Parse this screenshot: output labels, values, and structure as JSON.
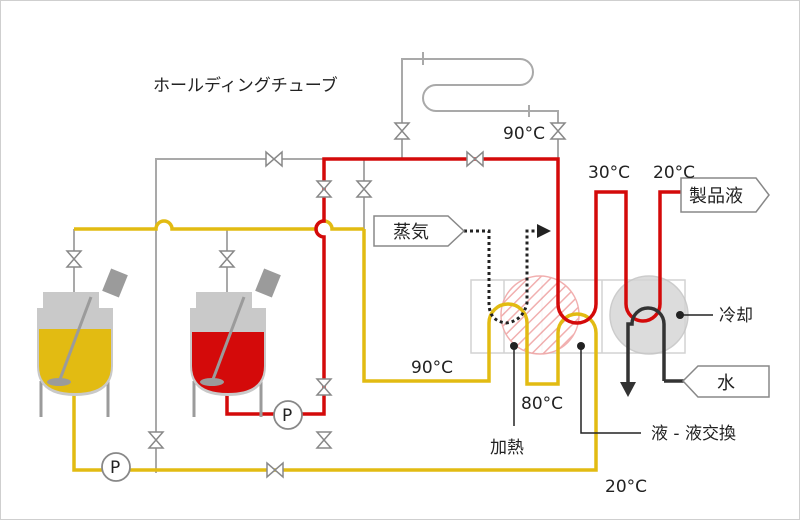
{
  "labels": {
    "holding_tube": "ホールディングチューブ",
    "steam": "蒸気",
    "product": "製品液",
    "cooling": "冷却",
    "water": "水",
    "heating": "加熱",
    "exchange": "液 - 液交換",
    "pump": "P",
    "t_90_top": "90°C",
    "t_30": "30°C",
    "t_20_top": "20°C",
    "t_90_mid": "90°C",
    "t_80": "80°C",
    "t_20_bottom": "20°C"
  },
  "colors": {
    "raw_liquid": "#e2bb12",
    "hot_liquid": "#d40a0a",
    "pipe_gray": "#a9a9a9",
    "vessel_body": "#c9c9c9",
    "vessel_dark": "#9b9b9b",
    "cool_zone": "#dcdcdc",
    "outflow": "#333333"
  },
  "icons": {
    "valve": "bowtie-valve-icon",
    "pump": "pump-icon",
    "agitator": "agitator-icon",
    "arrow": "flow-arrow-icon"
  }
}
